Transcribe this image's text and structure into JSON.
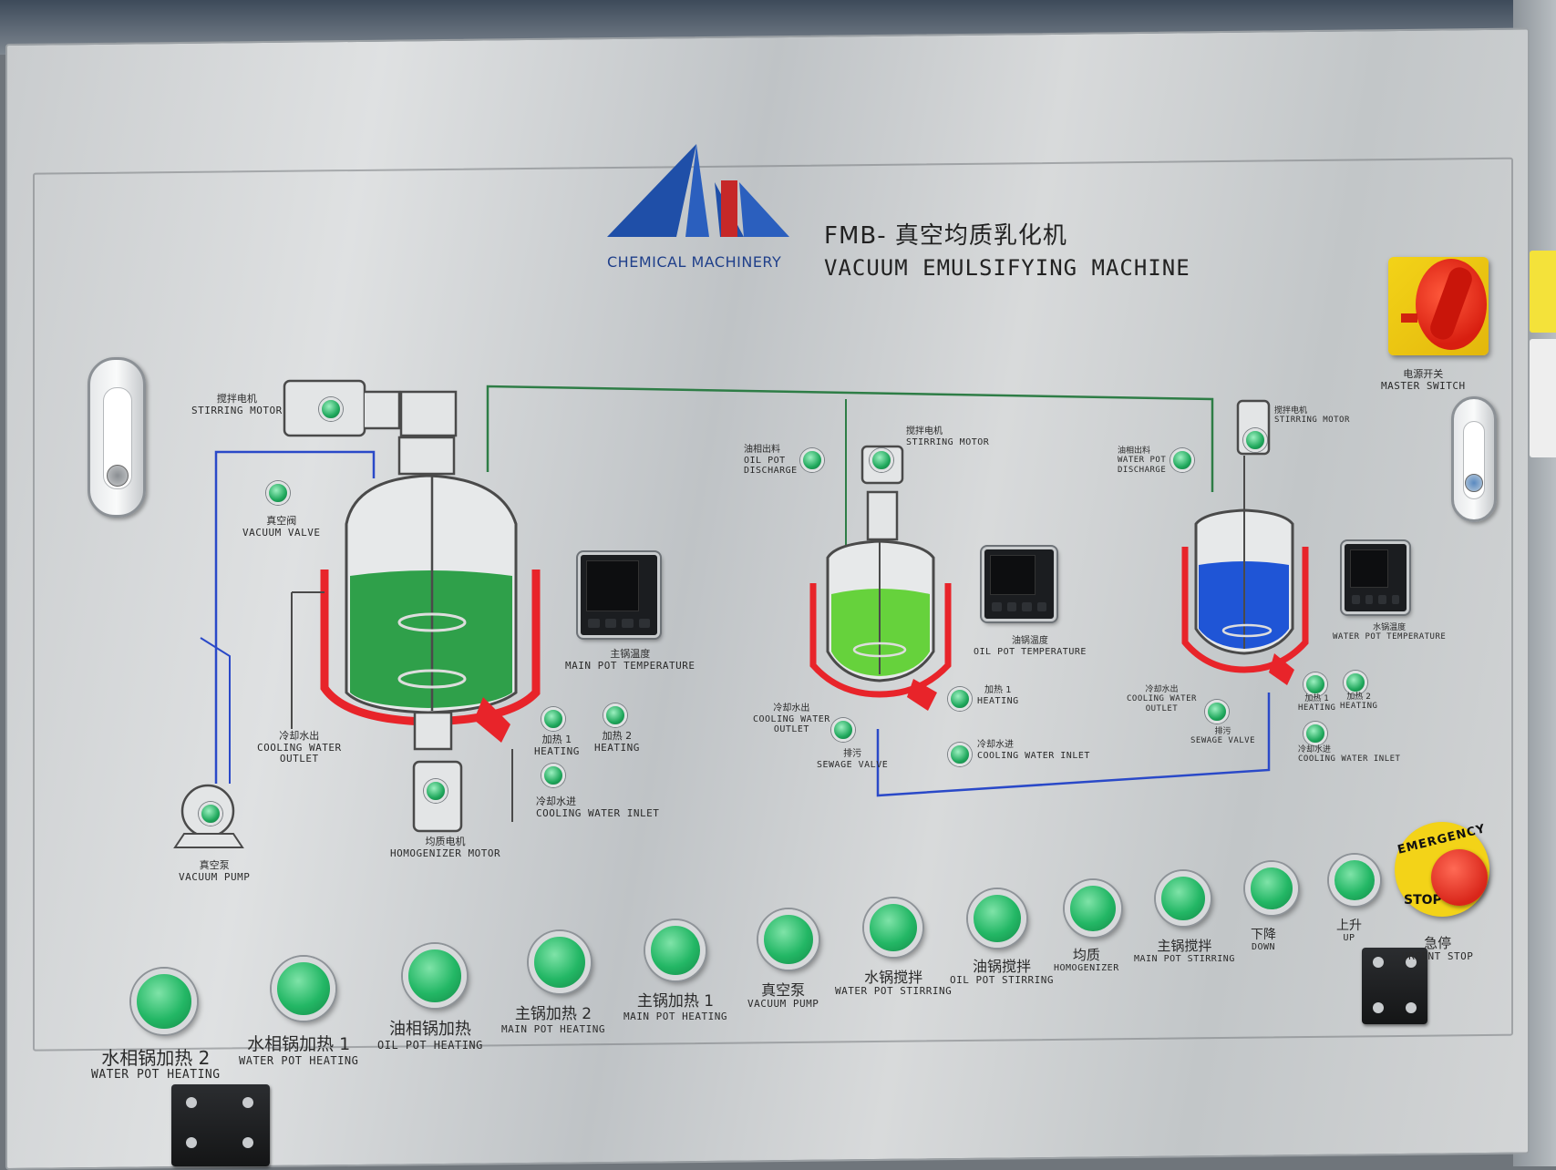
{
  "brand": {
    "name": "CHEMICAL MACHINERY"
  },
  "title": {
    "cn": "FMB- 真空均质乳化机",
    "en": "VACUUM EMULSIFYING MACHINE"
  },
  "colors": {
    "green_liquid": "#2fa04a",
    "light_green_liquid": "#66d23c",
    "blue_liquid": "#1f55d6",
    "heater_red": "#e8242a",
    "pipe_green": "#2e7d46",
    "pipe_blue": "#2a49c8",
    "button_green": "#23b765"
  },
  "master_switch": {
    "cn": "电源开关",
    "en": "MASTER SWITCH"
  },
  "emergency": {
    "ring_text": "EMERGENCY",
    "stop_text": "STOP",
    "cn": "急停",
    "en": "URGENT STOP"
  },
  "main_pot": {
    "stirring_motor": {
      "cn": "搅拌电机",
      "en": "STIRRING MOTOR"
    },
    "vacuum_valve": {
      "cn": "真空阀",
      "en": "VACUUM VALVE"
    },
    "vacuum_pump": {
      "cn": "真空泵",
      "en": "VACUUM PUMP"
    },
    "cooling_outlet": {
      "cn": "冷却水出",
      "en1": "COOLING WATER",
      "en2": "OUTLET"
    },
    "homogenizer_motor": {
      "cn": "均质电机",
      "en": "HOMOGENIZER MOTOR"
    },
    "heating1": {
      "cn": "加热 1",
      "en": "HEATING"
    },
    "heating2": {
      "cn": "加热 2",
      "en": "HEATING"
    },
    "cooling_inlet": {
      "cn": "冷却水进",
      "en": "COOLING WATER INLET"
    },
    "temperature": {
      "cn": "主锅温度",
      "en": "MAIN POT TEMPERATURE"
    }
  },
  "oil_pot": {
    "discharge": {
      "cn": "油相出料",
      "en1": "OIL POT",
      "en2": "DISCHARGE"
    },
    "stirring_motor": {
      "cn": "搅拌电机",
      "en": "STIRRING MOTOR"
    },
    "temperature": {
      "cn": "油锅温度",
      "en": "OIL POT TEMPERATURE"
    },
    "cooling_outlet": {
      "cn": "冷却水出",
      "en1": "COOLING WATER",
      "en2": "OUTLET"
    },
    "heating1": {
      "cn": "加热 1",
      "en": "HEATING"
    },
    "sewage_valve": {
      "cn": "排污",
      "en": "SEWAGE VALVE"
    },
    "cooling_inlet": {
      "cn": "冷却水进",
      "en": "COOLING WATER INLET"
    }
  },
  "water_pot": {
    "discharge": {
      "cn": "油相出料",
      "en1": "WATER POT",
      "en2": "DISCHARGE"
    },
    "stirring_motor": {
      "cn": "搅拌电机",
      "en": "STIRRING MOTOR"
    },
    "temperature": {
      "cn": "水锅温度",
      "en": "WATER POT TEMPERATURE"
    },
    "cooling_outlet": {
      "cn": "冷却水出",
      "en1": "COOLING WATER",
      "en2": "OUTLET"
    },
    "sewage_valve": {
      "cn": "排污",
      "en": "SEWAGE VALVE"
    },
    "heating1": {
      "cn": "加热 1",
      "en": "HEATING"
    },
    "heating2": {
      "cn": "加热 2",
      "en": "HEATING"
    },
    "cooling_inlet": {
      "cn": "冷却水进",
      "en": "COOLING WATER INLET"
    }
  },
  "buttons": [
    {
      "cn": "水相锅加热 2",
      "en": "WATER POT HEATING"
    },
    {
      "cn": "水相锅加热 1",
      "en": "WATER POT HEATING"
    },
    {
      "cn": "油相锅加热",
      "en": "OIL POT HEATING"
    },
    {
      "cn": "主锅加热 2",
      "en": "MAIN POT HEATING"
    },
    {
      "cn": "主锅加热 1",
      "en": "MAIN POT HEATING"
    },
    {
      "cn": "真空泵",
      "en": "VACUUM PUMP"
    },
    {
      "cn": "水锅搅拌",
      "en": "WATER POT STIRRING"
    },
    {
      "cn": "油锅搅拌",
      "en": "OIL POT STIRRING"
    },
    {
      "cn": "均质",
      "en": "HOMOGENIZER"
    },
    {
      "cn": "主锅搅拌",
      "en": "MAIN POT STIRRING"
    },
    {
      "cn": "下降",
      "en": "DOWN"
    },
    {
      "cn": "上升",
      "en": "UP"
    }
  ]
}
